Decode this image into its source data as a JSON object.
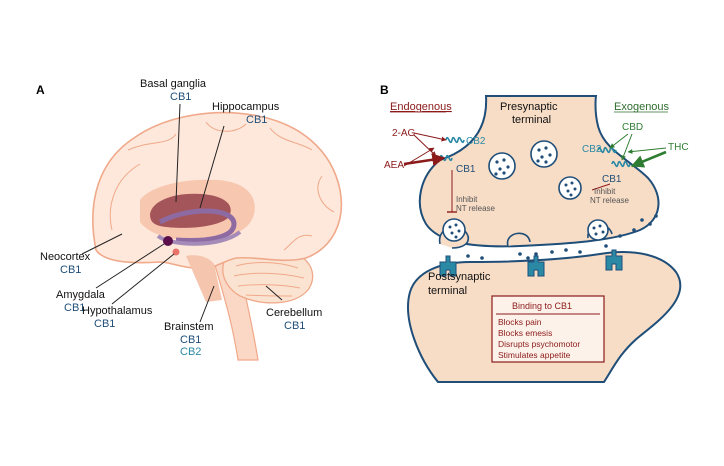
{
  "panels": {
    "a": "A",
    "b": "B"
  },
  "brain": {
    "basal_ganglia": {
      "name": "Basal ganglia",
      "receptor": "CB1"
    },
    "hippocampus": {
      "name": "Hippocampus",
      "receptor": "CB1"
    },
    "neocortex": {
      "name": "Neocortex",
      "receptor": "CB1"
    },
    "amygdala": {
      "name": "Amygdala",
      "receptor": "CB1"
    },
    "hypothalamus": {
      "name": "Hypothalamus",
      "receptor": "CB1"
    },
    "brainstem": {
      "name": "Brainstem",
      "receptor1": "CB1",
      "receptor2": "CB2"
    },
    "cerebellum": {
      "name": "Cerebellum",
      "receptor": "CB1"
    }
  },
  "synapse": {
    "endogenous": "Endogenous",
    "exogenous": "Exogenous",
    "presynaptic_line1": "Presynaptic",
    "presynaptic_line2": "terminal",
    "postsynaptic_line1": "Postsynaptic",
    "postsynaptic_line2": "terminal",
    "two_ag": "2-AG",
    "aea": "AEA",
    "cb2_left": "CB2",
    "cb1_left": "CB1",
    "cbd": "CBD",
    "thc": "THC",
    "cb2_right": "CB2",
    "cb1_right": "CB1",
    "inhibit_left_line1": "Inhibit",
    "inhibit_left_line2": "NT release",
    "inhibit_right_line1": "Inhibit",
    "inhibit_right_line2": "NT release"
  },
  "binding_box": {
    "title": "Binding to CB1",
    "effects": [
      "Blocks pain",
      "Blocks emesis",
      "Disrupts psychomotor",
      "Stimulates appetite"
    ]
  },
  "colors": {
    "skin": "#fbe3d2",
    "outline": "#f0a98a",
    "navy": "#1f4e79",
    "teal": "#2a8aa6",
    "dark_red": "#8b1a1a",
    "green": "#3a8a3a",
    "cytoplasm": "#f7dcc6"
  }
}
